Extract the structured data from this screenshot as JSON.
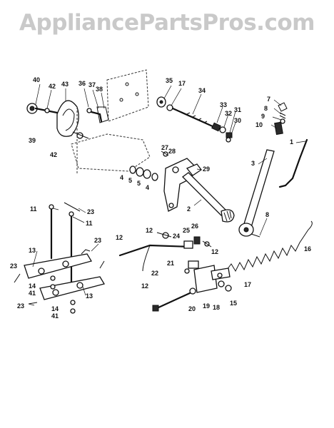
{
  "watermark": "AppliancePartsPros.com",
  "callouts": {
    "c40": "40",
    "c42a": "42",
    "c43": "43",
    "c36": "36",
    "c37": "37",
    "c38": "38",
    "c39": "39",
    "c42b": "42",
    "c35": "35",
    "c17a": "17",
    "c34": "34",
    "c33": "33",
    "c32": "32",
    "c31": "31",
    "c30": "30",
    "c7": "7",
    "c8a": "8",
    "c9": "9",
    "c10": "10",
    "c1": "1",
    "c3": "3",
    "c8b": "8",
    "c27": "27",
    "c28": "28",
    "c29": "29",
    "c4a": "4",
    "c5a": "5",
    "c5b": "5",
    "c4b": "4",
    "c2": "2",
    "c11a": "11",
    "c23a": "23",
    "c11b": "11",
    "c13a": "13",
    "c23b": "23",
    "c23c": "23",
    "c14a": "14",
    "c41a": "41",
    "c13b": "13",
    "c23d": "23",
    "c14b": "14",
    "c41b": "41",
    "c12a": "12",
    "c25": "25",
    "c26": "26",
    "c24": "24",
    "c12b": "12",
    "c12c": "12",
    "c22": "22",
    "c21": "21",
    "c12d": "12",
    "c16": "16",
    "c17b": "17",
    "c15": "15",
    "c18": "18",
    "c19": "19",
    "c20": "20"
  }
}
